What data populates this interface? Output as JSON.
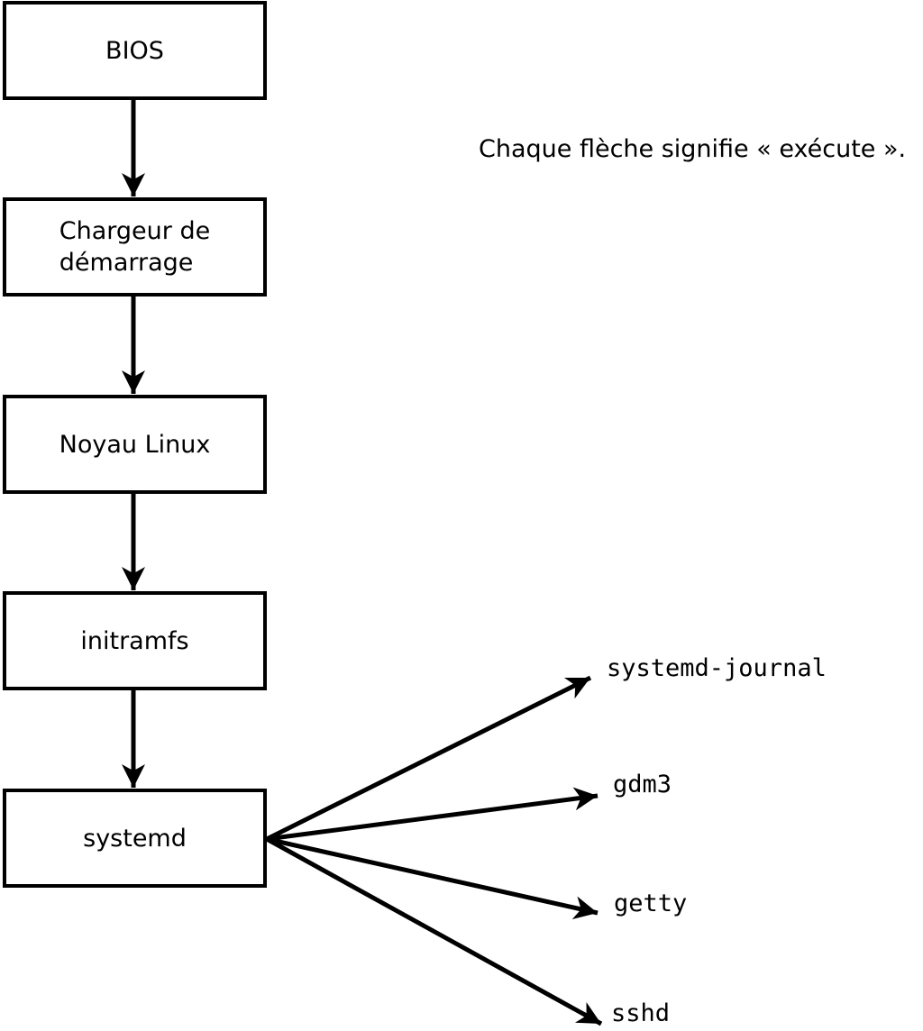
{
  "diagram": {
    "caption": "Chaque flèche signifie « exécute ».",
    "boot_sequence": [
      {
        "id": "bios",
        "label": "BIOS"
      },
      {
        "id": "bootloader",
        "label": "Chargeur de\ndémarrage"
      },
      {
        "id": "kernel",
        "label": "Noyau Linux"
      },
      {
        "id": "initramfs",
        "label": "initramfs"
      },
      {
        "id": "systemd",
        "label": "systemd"
      }
    ],
    "spawned_processes": [
      {
        "id": "systemd-journal",
        "label": "systemd-journal"
      },
      {
        "id": "gdm3",
        "label": "gdm3"
      },
      {
        "id": "getty",
        "label": "getty"
      },
      {
        "id": "sshd",
        "label": "sshd"
      }
    ],
    "colors": {
      "background": "#ffffff",
      "box_fill": "#ffffff",
      "line": "#000000",
      "text": "#000000"
    }
  }
}
